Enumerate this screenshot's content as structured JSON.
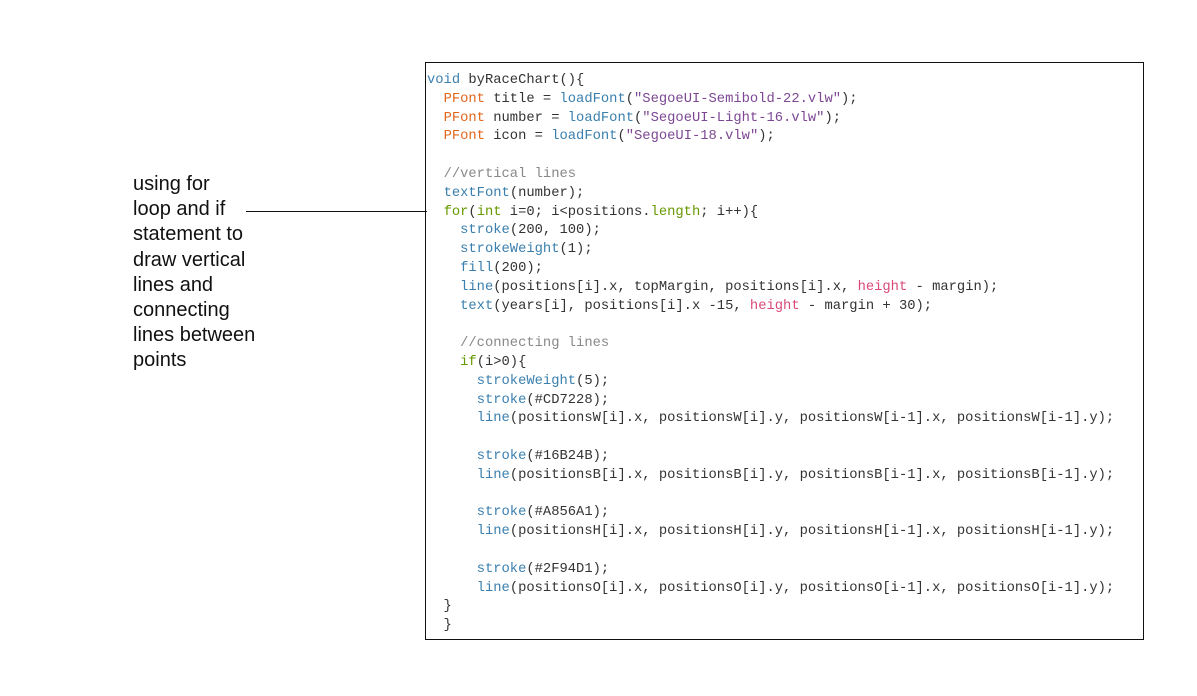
{
  "annotation": {
    "lines": [
      "using for",
      "loop and if",
      "statement to",
      "draw vertical",
      "lines and",
      "connecting",
      "lines between",
      "points"
    ]
  },
  "code": {
    "lines": [
      [
        [
          "void",
          "fn"
        ],
        [
          " byRaceChart(){",
          "pl"
        ]
      ],
      [
        [
          "  ",
          "pl"
        ],
        [
          "PFont",
          "ty"
        ],
        [
          " title = ",
          "pl"
        ],
        [
          "loadFont",
          "fn"
        ],
        [
          "(",
          "pl"
        ],
        [
          "\"SegoeUI-Semibold-22.vlw\"",
          "st"
        ],
        [
          ");",
          "pl"
        ]
      ],
      [
        [
          "  ",
          "pl"
        ],
        [
          "PFont",
          "ty"
        ],
        [
          " number = ",
          "pl"
        ],
        [
          "loadFont",
          "fn"
        ],
        [
          "(",
          "pl"
        ],
        [
          "\"SegoeUI-Light-16.vlw\"",
          "st"
        ],
        [
          ");",
          "pl"
        ]
      ],
      [
        [
          "  ",
          "pl"
        ],
        [
          "PFont",
          "ty"
        ],
        [
          " icon = ",
          "pl"
        ],
        [
          "loadFont",
          "fn"
        ],
        [
          "(",
          "pl"
        ],
        [
          "\"SegoeUI-18.vlw\"",
          "st"
        ],
        [
          ");",
          "pl"
        ]
      ],
      [],
      [
        [
          "  ",
          "pl"
        ],
        [
          "//vertical lines",
          "cm"
        ]
      ],
      [
        [
          "  ",
          "pl"
        ],
        [
          "textFont",
          "fn"
        ],
        [
          "(number);",
          "pl"
        ]
      ],
      [
        [
          "  ",
          "pl"
        ],
        [
          "for",
          "kw"
        ],
        [
          "(",
          "pl"
        ],
        [
          "int",
          "kw"
        ],
        [
          " i=0; i<positions.",
          "pl"
        ],
        [
          "length",
          "kw"
        ],
        [
          "; i++){",
          "pl"
        ]
      ],
      [
        [
          "    ",
          "pl"
        ],
        [
          "stroke",
          "fn"
        ],
        [
          "(200, 100);",
          "pl"
        ]
      ],
      [
        [
          "    ",
          "pl"
        ],
        [
          "strokeWeight",
          "fn"
        ],
        [
          "(1);",
          "pl"
        ]
      ],
      [
        [
          "    ",
          "pl"
        ],
        [
          "fill",
          "fn"
        ],
        [
          "(200);",
          "pl"
        ]
      ],
      [
        [
          "    ",
          "pl"
        ],
        [
          "line",
          "fn"
        ],
        [
          "(positions[i].x, topMargin, positions[i].x, ",
          "pl"
        ],
        [
          "height",
          "sp"
        ],
        [
          " - margin);",
          "pl"
        ]
      ],
      [
        [
          "    ",
          "pl"
        ],
        [
          "text",
          "fn"
        ],
        [
          "(years[i], positions[i].x -15, ",
          "pl"
        ],
        [
          "height",
          "sp"
        ],
        [
          " - margin + 30);",
          "pl"
        ]
      ],
      [],
      [
        [
          "    ",
          "pl"
        ],
        [
          "//connecting lines",
          "cm"
        ]
      ],
      [
        [
          "    ",
          "pl"
        ],
        [
          "if",
          "kw"
        ],
        [
          "(i>0){",
          "pl"
        ]
      ],
      [
        [
          "      ",
          "pl"
        ],
        [
          "strokeWeight",
          "fn"
        ],
        [
          "(5);",
          "pl"
        ]
      ],
      [
        [
          "      ",
          "pl"
        ],
        [
          "stroke",
          "fn"
        ],
        [
          "(#CD7228);",
          "pl"
        ]
      ],
      [
        [
          "      ",
          "pl"
        ],
        [
          "line",
          "fn"
        ],
        [
          "(positionsW[i].x, positionsW[i].y, positionsW[i-1].x, positionsW[i-1].y);",
          "pl"
        ]
      ],
      [],
      [
        [
          "      ",
          "pl"
        ],
        [
          "stroke",
          "fn"
        ],
        [
          "(#16B24B);",
          "pl"
        ]
      ],
      [
        [
          "      ",
          "pl"
        ],
        [
          "line",
          "fn"
        ],
        [
          "(positionsB[i].x, positionsB[i].y, positionsB[i-1].x, positionsB[i-1].y);",
          "pl"
        ]
      ],
      [],
      [
        [
          "      ",
          "pl"
        ],
        [
          "stroke",
          "fn"
        ],
        [
          "(#A856A1);",
          "pl"
        ]
      ],
      [
        [
          "      ",
          "pl"
        ],
        [
          "line",
          "fn"
        ],
        [
          "(positionsH[i].x, positionsH[i].y, positionsH[i-1].x, positionsH[i-1].y);",
          "pl"
        ]
      ],
      [],
      [
        [
          "      ",
          "pl"
        ],
        [
          "stroke",
          "fn"
        ],
        [
          "(#2F94D1);",
          "pl"
        ]
      ],
      [
        [
          "      ",
          "pl"
        ],
        [
          "line",
          "fn"
        ],
        [
          "(positionsO[i].x, positionsO[i].y, positionsO[i-1].x, positionsO[i-1].y);",
          "pl"
        ]
      ],
      [
        [
          "  }",
          "pl"
        ]
      ],
      [
        [
          "  }",
          "pl"
        ]
      ]
    ]
  }
}
